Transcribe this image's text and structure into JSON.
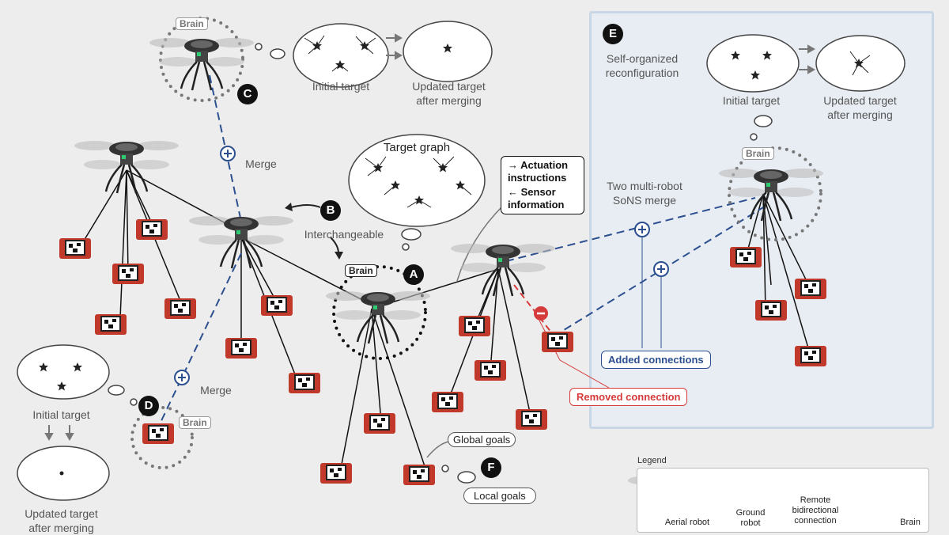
{
  "labels": {
    "brain": "Brain",
    "merge": "Merge",
    "interchangeable": "Interchangeable",
    "target_graph": "Target graph",
    "initial_target": "Initial target",
    "updated_target": "Updated target after merging",
    "self_organized": "Self-organized reconfiguration",
    "two_sons_merge": "Two multi-robot SoNS merge",
    "actuation": "→ Actuation instructions",
    "sensor": "← Sensor information",
    "added_connections": "Added connections",
    "removed_connection": "Removed connection",
    "global_goals": "Global goals",
    "local_goals": "Local goals"
  },
  "letters": [
    "A",
    "B",
    "C",
    "D",
    "E",
    "F"
  ],
  "legend": {
    "title": "Legend",
    "aerial": "Aerial robot",
    "ground": "Ground robot",
    "connection": "Remote bidirectional connection",
    "brain": "Brain"
  },
  "colors": {
    "background": "#ededed",
    "panel_e": "#e8edf3",
    "panel_e_border": "#c9d6e6",
    "merge_blue": "#2b4f8f",
    "removed_red": "#d63b3b",
    "robot_red": "#c0392b"
  },
  "icons": [
    "star-icon",
    "dot-icon",
    "plus-circle-icon",
    "minus-circle-icon",
    "aerial-robot-icon",
    "ground-robot-icon"
  ]
}
